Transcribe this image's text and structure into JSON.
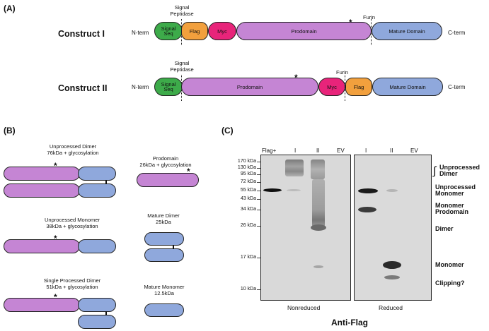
{
  "panel_a": {
    "label": "(A)",
    "construct1": {
      "name": "Construct I",
      "nterm": "N-term",
      "cterm": "C-term",
      "signal_peptidase": "Signal\nPeptidase",
      "furin": "Furin",
      "signal_seq": "Signal\nSeq",
      "flag": "Flag",
      "myc": "Myc",
      "prodomain": "Prodomain",
      "mature": "Mature Domain",
      "star": "*"
    },
    "construct2": {
      "name": "Construct II",
      "nterm": "N-term",
      "cterm": "C-term",
      "signal_peptidase": "Signal\nPeptidase",
      "furin": "Furin",
      "signal_seq": "Signal\nSeq",
      "prodomain": "Prodomain",
      "myc": "Myc",
      "flag": "Flag",
      "mature": "Mature Domain",
      "star": "*"
    }
  },
  "panel_b": {
    "label": "(B)",
    "unprocessed_dimer": "Unprocessed Dimer\n76kDa + glycosylation",
    "unprocessed_monomer": "Unprocessed Monomer\n38kDa + glycosylation",
    "single_processed": "Single Processed Dimer\n51kDa + glycosylation",
    "prodomain": "Prodomain\n26kDa + glycosylation",
    "mature_dimer": "Mature Dimer\n25kDa",
    "mature_monomer": "Mature Monomer\n12.5kDa",
    "star": "*"
  },
  "panel_c": {
    "label": "(C)",
    "lanes_left": [
      "Flag+",
      "I",
      "II",
      "EV"
    ],
    "lanes_right": [
      "I",
      "II",
      "EV"
    ],
    "mw_markers": [
      "170 kDa",
      "130 kDa",
      "95 kDa",
      "72 kDa",
      "55 kDa",
      "43 kDa",
      "34 kDa",
      "26 kDa",
      "17 kDa",
      "10 kDa"
    ],
    "nonreduced": "Nonreduced",
    "reduced": "Reduced",
    "antibody": "Anti-Flag",
    "right_labels": {
      "unprocessed_dimer": "Unprocessed\nDimer",
      "unprocessed_monomer": "Unprocessed\nMonomer",
      "monomer_prodomain": "Monomer\nProdomain",
      "dimer": "Dimer",
      "monomer": "Monomer",
      "clipping": "Clipping?"
    }
  }
}
